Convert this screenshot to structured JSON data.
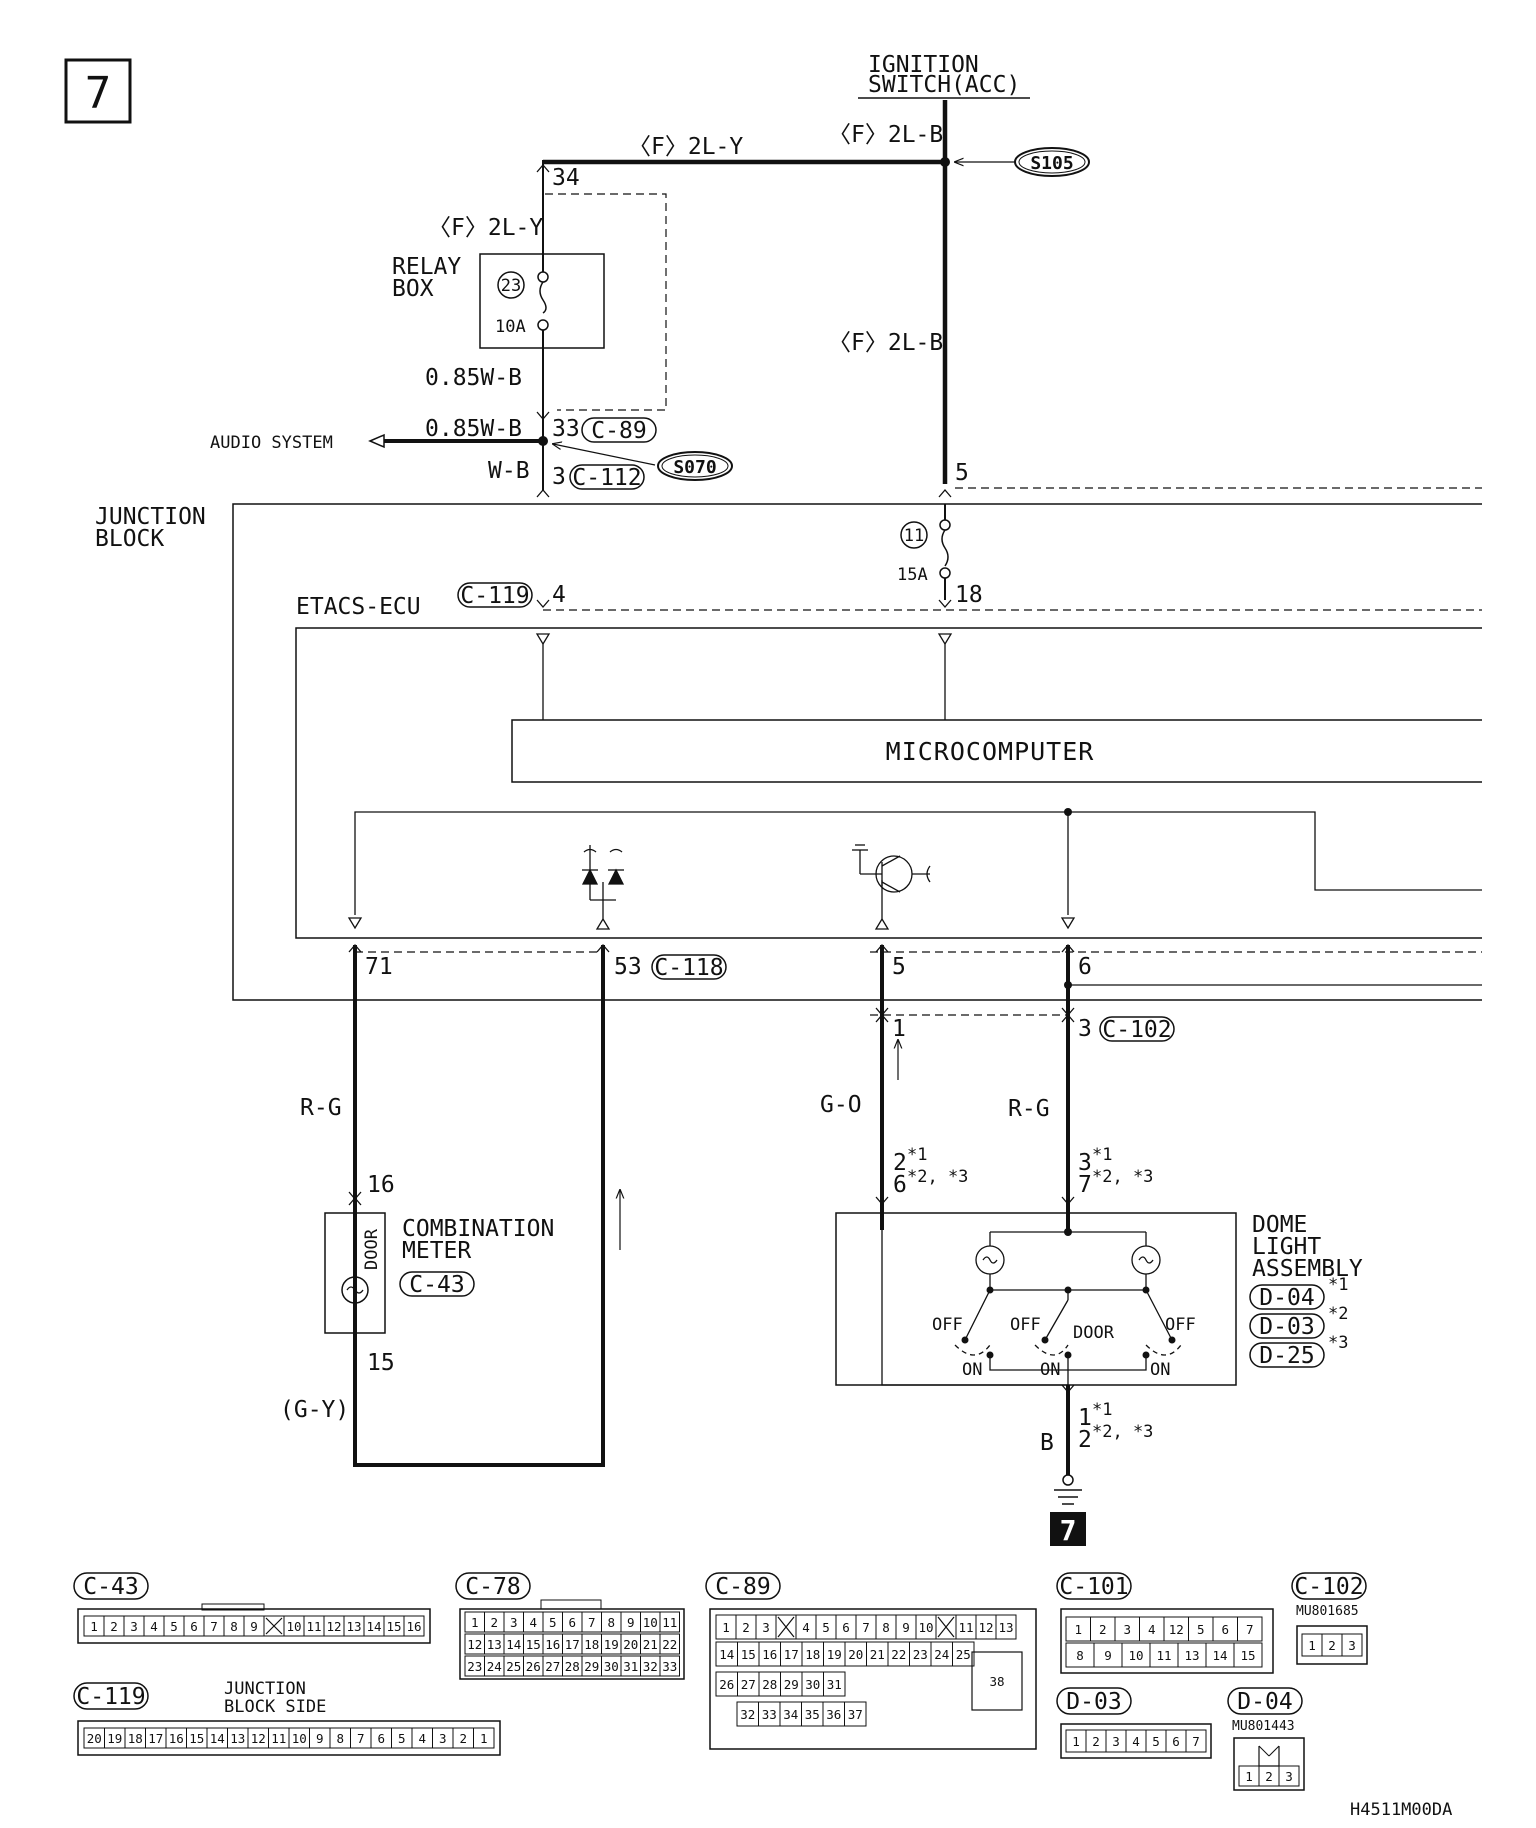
{
  "page_badge": "7",
  "footer_badge": "7",
  "figure_code": "H4511M00DA",
  "ignition": {
    "line1": "IGNITION",
    "line2": "SWITCH(ACC)"
  },
  "splices": {
    "s105": "S105",
    "s070": "S070"
  },
  "wires": {
    "top_branch": "〈F〉2L-Y",
    "ign_top": "〈F〉2L-B",
    "ign_mid": "〈F〉2L-B",
    "relay_in": "〈F〉2L-Y",
    "relay_out": "0.85W-B",
    "audio_feed": "0.85W-B",
    "jb_feed": "W-B",
    "meter_wire": "R-G",
    "meter_ground": "(G-Y)",
    "dome_left": "G-O",
    "dome_right": "R-G",
    "dome_ground": "B"
  },
  "pins": {
    "p34": "34",
    "p33": "33",
    "p3": "3",
    "p5_top": "5",
    "p4": "4",
    "p18": "18",
    "p71": "71",
    "p53": "53",
    "p5_bot": "5",
    "p6": "6",
    "p1": "1",
    "p3_c102": "3",
    "p16": "16",
    "p15": "15",
    "dome_l1": "2",
    "dome_l1_note": "*1",
    "dome_l2": "6",
    "dome_l2_note": "*2, *3",
    "dome_r1": "3",
    "dome_r1_note": "*1",
    "dome_r2": "7",
    "dome_r2_note": "*2, *3",
    "dome_g1": "1",
    "dome_g1_note": "*1",
    "dome_g2": "2",
    "dome_g2_note": "*2, *3"
  },
  "connectors": {
    "c89": "C-89",
    "c112": "C-112",
    "c119": "C-119",
    "c118": "C-118",
    "c102": "C-102",
    "c43": "C-43",
    "d04": "D-04",
    "d03": "D-03",
    "d25": "D-25"
  },
  "relay_box": {
    "line1": "RELAY",
    "line2": "BOX",
    "fuse_no": "23",
    "fuse_rating": "10A"
  },
  "junction_fuse": {
    "fuse_no": "11",
    "fuse_rating": "15A"
  },
  "audio_system": "AUDIO SYSTEM",
  "junction_block": {
    "line1": "JUNCTION",
    "line2": "BLOCK"
  },
  "etacs_ecu": "ETACS-ECU",
  "microcomputer": "MICROCOMPUTER",
  "combination_meter": {
    "line1": "COMBINATION",
    "line2": "METER",
    "door": "DOOR"
  },
  "dome_light": {
    "line1": "DOME",
    "line2": "LIGHT",
    "line3": "ASSEMBLY",
    "off1": "OFF",
    "off2": "OFF",
    "off3": "OFF",
    "door": "DOOR",
    "on1": "ON",
    "on2": "ON",
    "on3": "ON",
    "note1": "*1",
    "note2": "*2",
    "note3": "*3"
  },
  "connector_views": {
    "c43": {
      "label": "C-43",
      "pins": [
        "1",
        "2",
        "3",
        "4",
        "5",
        "6",
        "7",
        "8",
        "9",
        "X",
        "10",
        "11",
        "12",
        "13",
        "14",
        "15",
        "16"
      ]
    },
    "c119": {
      "label": "C-119",
      "caption1": "JUNCTION",
      "caption2": "BLOCK SIDE",
      "pins": [
        "20",
        "19",
        "18",
        "17",
        "16",
        "15",
        "14",
        "13",
        "12",
        "11",
        "10",
        "9",
        "8",
        "7",
        "6",
        "5",
        "4",
        "3",
        "2",
        "1"
      ]
    },
    "c78": {
      "label": "C-78",
      "row1": [
        "1",
        "2",
        "3",
        "4",
        "5",
        "6",
        "7",
        "8",
        "9",
        "10",
        "11"
      ],
      "row2": [
        "12",
        "13",
        "14",
        "15",
        "16",
        "17",
        "18",
        "19",
        "20",
        "21",
        "22"
      ],
      "row3": [
        "23",
        "24",
        "25",
        "26",
        "27",
        "28",
        "29",
        "30",
        "31",
        "32",
        "33"
      ]
    },
    "c89": {
      "label": "C-89",
      "row1": [
        "1",
        "2",
        "3",
        "X",
        "4",
        "5",
        "6",
        "7",
        "8",
        "9",
        "10",
        "X",
        "11",
        "12",
        "13"
      ],
      "row2": [
        "14",
        "15",
        "16",
        "17",
        "18",
        "19",
        "20",
        "21",
        "22",
        "23",
        "24",
        "25"
      ],
      "row3": [
        "26",
        "27",
        "28",
        "29",
        "30",
        "31",
        "38"
      ],
      "row4": [
        "32",
        "33",
        "34",
        "35",
        "36",
        "37"
      ]
    },
    "c101": {
      "label": "C-101",
      "row1": [
        "1",
        "2",
        "3",
        "4",
        "12",
        "5",
        "6",
        "7"
      ],
      "row2": [
        "8",
        "9",
        "10",
        "11",
        "13",
        "14",
        "15"
      ]
    },
    "c102": {
      "label": "C-102",
      "part": "MU801685",
      "pins": [
        "1",
        "2",
        "3"
      ]
    },
    "d03": {
      "label": "D-03",
      "pins": [
        "1",
        "2",
        "3",
        "4",
        "5",
        "6",
        "7"
      ]
    },
    "d04": {
      "label": "D-04",
      "part": "MU801443",
      "pins": [
        "1",
        "2",
        "3"
      ]
    }
  }
}
